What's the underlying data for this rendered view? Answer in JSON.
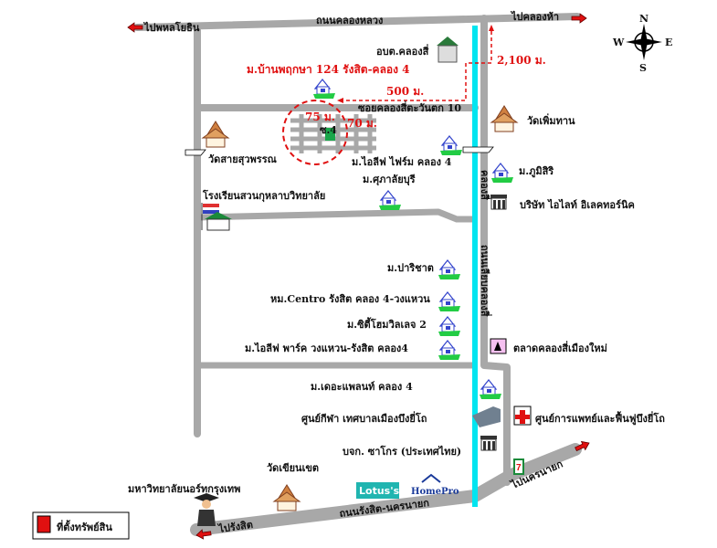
{
  "roads": {
    "top": "ถนนคลองหลวง",
    "to_left_top": "ไปพหลโยธิน",
    "to_right_top": "ไปคลองห้า",
    "soi": "ซอยคลองสี่ตะวันตก 10",
    "canal": "คลองสี่",
    "east_road": "ถนนเลียบคลองสี่",
    "bottom": "ถนนรังสิต-นครนายก",
    "to_rangsit": "ไปรังสิต",
    "to_nakhon_nayok": "ไปนครนายก"
  },
  "distances": {
    "north": "2,100 ม.",
    "east": "500 ม.",
    "plot_w": "75 ม.",
    "plot_h": "70 ม.",
    "soi_mark": "ซ.4"
  },
  "compass": {
    "n": "N",
    "s": "S",
    "e": "E",
    "w": "W"
  },
  "landmarks": {
    "highlight_village": "ม.บ้านพฤกษา 124 รังสิต-คลอง 4",
    "obt": "อบต.คลองสี่",
    "wat_phoem": "วัดเพิ่มทาน",
    "wat_sai": "วัดสายสุวพรรณ",
    "ilife_farm": "ม.ไอลีฟ ไฟร์ม คลอง 4",
    "supalai": "ม.ศุภาลัยบุรี",
    "phumsiri": "ม.ภูมิสิริ",
    "school": "โรงเรียนสวนกุหลาบวิทยาลัย",
    "ilite": "บริษัท ไอไลท์ อิเลคทอร์นิค",
    "parichat": "ม.ปาริชาต",
    "centro": "หม.Centro รังสิต คลอง 4-วงแหวน",
    "city_home": "ม.ซิตี้โฮมวิลเลจ 2",
    "ilife_park": "ม.ไอลีฟ พาร์ค วงแหวน-รังสิต คลอง4",
    "market": "ตลาดคลองสี่เมืองใหม่",
    "the_plant": "ม.เดอะแพลนท์ คลอง 4",
    "sport": "ศูนย์กีฬา เทศบาลเมืองบึงยี่โถ",
    "medical": "ศูนย์การแพทย์และฟื้นฟูบึงยี่โถ",
    "sakol": "บจก. ซาโกร (ประเทศไทย)",
    "univ": "มหาวิทยาลัยนอร์ทกรุงเทพ",
    "wat_khian": "วัดเขียนเขต",
    "lotus": "Lotus's",
    "homepro": "HomePro",
    "seven": "7"
  },
  "legend": {
    "property": "ที่ตั้งทรัพย์สิน"
  },
  "colors": {
    "road": "#a8a8a8",
    "canal": "#00e5f0",
    "accent": "#e01010",
    "property": "#1aa64a"
  }
}
